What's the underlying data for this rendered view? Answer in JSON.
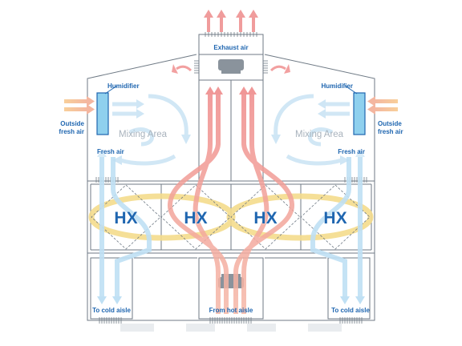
{
  "labels": {
    "exhaust_air": "Exhaust air",
    "humidifier_left": "Humidifier",
    "humidifier_right": "Humidifier",
    "outside_left_1": "Outside",
    "outside_left_2": "fresh air",
    "outside_right_1": "Outside",
    "outside_right_2": "fresh air",
    "mixing_left": "Mixing Area",
    "mixing_right": "Mixing Area",
    "fresh_left": "Fresh air",
    "fresh_right": "Fresh air",
    "hx_1": "HX",
    "hx_2": "HX",
    "hx_3": "HX",
    "hx_4": "HX",
    "cold_left": "To cold aisle",
    "hot": "From hot aisle",
    "cold_right": "To cold aisle"
  },
  "colors": {
    "outline": "#6f7a85",
    "cold_air": "#bfe0f4",
    "hot_air": "#f0a8a4",
    "fresh_orange": "#f6c79a",
    "hx_loop": "#f4dc8c",
    "humidifier": "#8fd0ee",
    "label_blue": "#1f66b0"
  }
}
